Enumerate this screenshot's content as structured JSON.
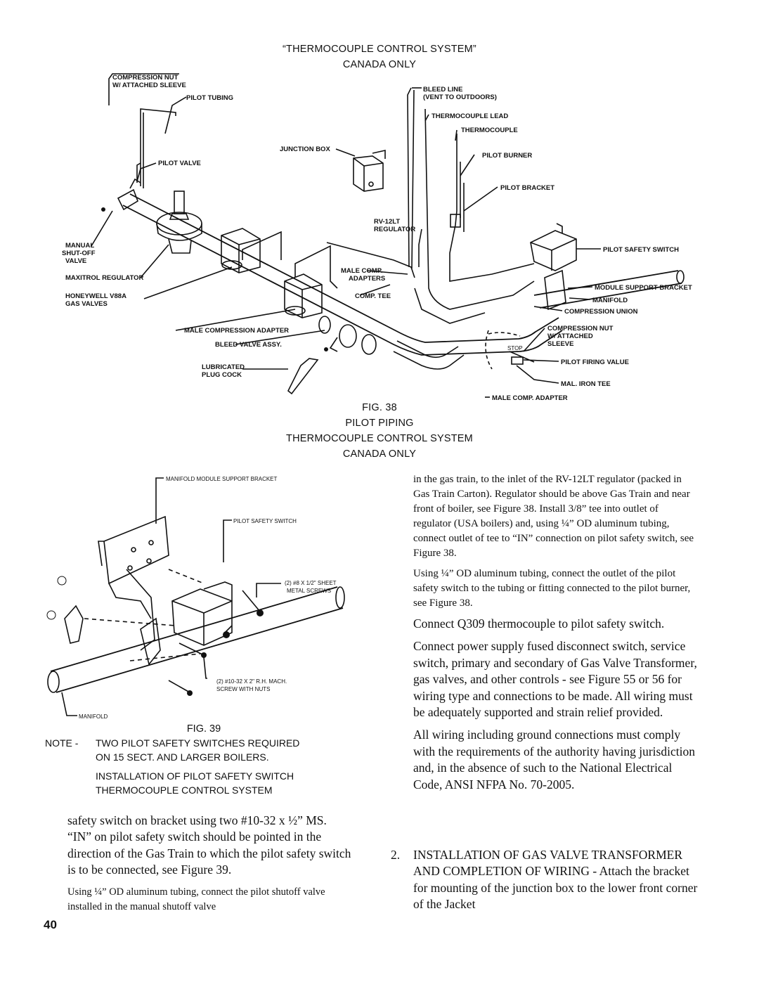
{
  "fig38": {
    "heading_line1": "“THERMOCOUPLE CONTROL SYSTEM”",
    "heading_line2": "CANADA ONLY",
    "labels": {
      "compression_nut_1": "COMPRESSION NUT",
      "compression_nut_2": "W/ ATTACHED SLEEVE",
      "pilot_tubing": "PILOT TUBING",
      "pilot_valve": "PILOT VALVE",
      "junction_box": "JUNCTION BOX",
      "manual_1": "MANUAL",
      "manual_2": "SHUT-OFF",
      "manual_3": "VALVE",
      "maxitrol": "MAXITROL REGULATOR",
      "honeywell_1": "HONEYWELL V88A",
      "honeywell_2": "GAS VALVES",
      "male_comp_adapter": "MALE COMPRESSION ADAPTER",
      "bleed_valve": "BLEED VALVE ASSY.",
      "plug_cock_1": "LUBRICATED",
      "plug_cock_2": "PLUG COCK",
      "bleed_line_1": "BLEED LINE",
      "bleed_line_2": "(VENT TO OUTDOORS)",
      "thermocouple_lead": "THERMOCOUPLE LEAD",
      "thermocouple": "THERMOCOUPLE",
      "pilot_burner": "PILOT BURNER",
      "pilot_bracket": "PILOT BRACKET",
      "rv12lt_1": "RV-12LT",
      "rv12lt_2": "REGULATOR",
      "male_comp_1": "MALE COMP.",
      "male_comp_2": "ADAPTERS",
      "comp_tee": "COMP. TEE",
      "pilot_safety_switch": "PILOT SAFETY SWITCH",
      "module_support": "MODULE SUPPORT BRACKET",
      "manifold": "MANIFOLD",
      "compression_union": "COMPRESSION UNION",
      "comp_nut2_1": "COMPRESSION NUT",
      "comp_nut2_2": "W/ ATTACHED",
      "comp_nut2_3": "SLEEVE",
      "pilot_firing": "PILOT FIRING VALUE",
      "mal_iron_tee": "MAL. IRON TEE",
      "male_comp_adapter2": "MALE COMP. ADAPTER",
      "stop": "STOP"
    },
    "caption": [
      "FIG. 38",
      "PILOT PIPING",
      "THERMOCOUPLE CONTROL SYSTEM",
      "CANADA ONLY"
    ]
  },
  "fig39": {
    "labels": {
      "manifold_module_bracket": "MANIFOLD MODULE SUPPORT BRACKET",
      "pilot_safety_switch": "PILOT SAFETY SWITCH",
      "sheet_screws_1": "(2) #8 X 1/2\" SHEET",
      "sheet_screws_2": "METAL SCREWS",
      "mach_screw_1": "(2) #10-32 X 2\" R.H. MACH.",
      "mach_screw_2": "SCREW WITH NUTS",
      "manifold": "MANIFOLD"
    },
    "fig_label": "FIG. 39",
    "note_prefix": "NOTE -",
    "note_line1": "TWO PILOT SAFETY SWITCHES REQUIRED",
    "note_line2": "ON 15 SECT. AND LARGER BOILERS.",
    "title_line1": "INSTALLATION OF PILOT SAFETY SWITCH",
    "title_line2": "THERMOCOUPLE CONTROL SYSTEM"
  },
  "left_text": {
    "para1": "safety switch on bracket using two #10-32 x ½” MS. “IN” on pilot safety switch should be pointed in the direction of the Gas Train to which the pilot safety switch is to be connected, see Figure 39.",
    "para2": "Using ¼” OD aluminum tubing, connect the pilot shutoff valve installed in the manual shutoff valve"
  },
  "right_text": {
    "para1": "in the gas train, to the inlet of the RV-12LT regulator (packed in Gas Train Carton). Regulator should be above Gas Train and near front of boiler, see Figure 38. Install 3/8” tee into outlet of regulator (USA boilers) and, using ¼” OD aluminum tubing, connect outlet of tee to “IN” connection on pilot safety switch, see Figure 38.",
    "para2": "Using ¼” OD aluminum tubing, connect the outlet of the pilot safety switch to the tubing or fitting connected to the pilot burner, see Figure 38.",
    "para3": "Connect Q309 thermocouple to pilot safety switch.",
    "para4": "Connect power supply fused disconnect switch, service switch, primary and secondary of Gas Valve Transformer, gas valves, and other controls - see Figure 55 or 56 for wiring type and connections to be made.  All wiring must be adequately supported and strain relief provided.",
    "para5": "All wiring including ground connections must comply with the requirements of the authority having jurisdiction and, in the absence of such to the National Electrical Code, ANSI NFPA No. 70-2005.",
    "item_number": "2.",
    "item_heading": "INSTALLATION OF GAS VALVE TRANSFORMER AND COMPLETION OF WIRING",
    "item_text": " - Attach the bracket for mounting of the junction box to the lower front corner of the Jacket"
  },
  "page_number": "40"
}
